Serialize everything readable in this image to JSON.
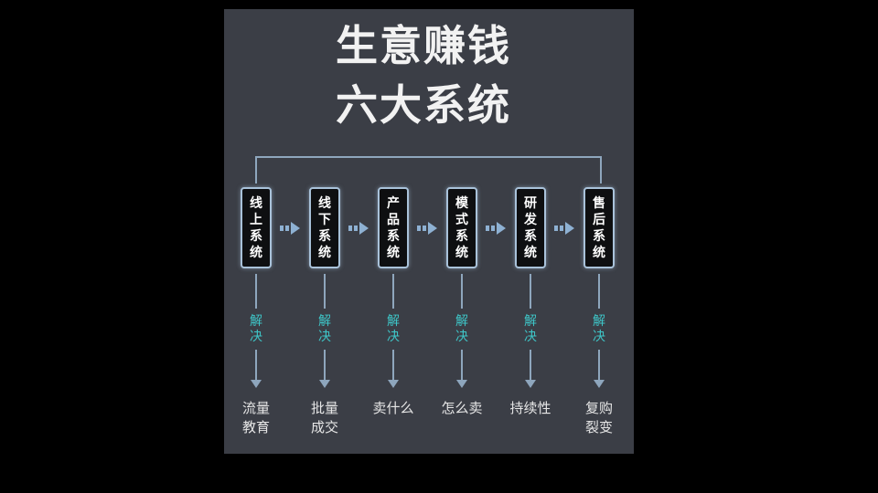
{
  "title": {
    "line1": "生意赚钱",
    "line2": "六大系统"
  },
  "systems": [
    {
      "label": "线上系统",
      "connector": "解决",
      "result": [
        "流量",
        "教育"
      ]
    },
    {
      "label": "线下系统",
      "connector": "解决",
      "result": [
        "批量",
        "成交"
      ]
    },
    {
      "label": "产品系统",
      "connector": "解决",
      "result": [
        "卖什么"
      ]
    },
    {
      "label": "模式系统",
      "connector": "解决",
      "result": [
        "怎么卖"
      ]
    },
    {
      "label": "研发系统",
      "connector": "解决",
      "result": [
        "持续性"
      ]
    },
    {
      "label": "售后系统",
      "connector": "解决",
      "result": [
        "复购",
        "裂变"
      ]
    }
  ],
  "icons": {
    "between_boxes": "right-arrow-icon",
    "below_connector": "down-arrow-icon"
  },
  "colors": {
    "background": "#000000",
    "panel": "#3b3e46",
    "box_fill": "#0e0f11",
    "box_border": "#a9c2da",
    "accent": "#3ec6c8",
    "line": "#8ea6bd",
    "arrow": "#8eb1d3",
    "title": "#f2f2f2",
    "text": "#e6e6e6"
  }
}
